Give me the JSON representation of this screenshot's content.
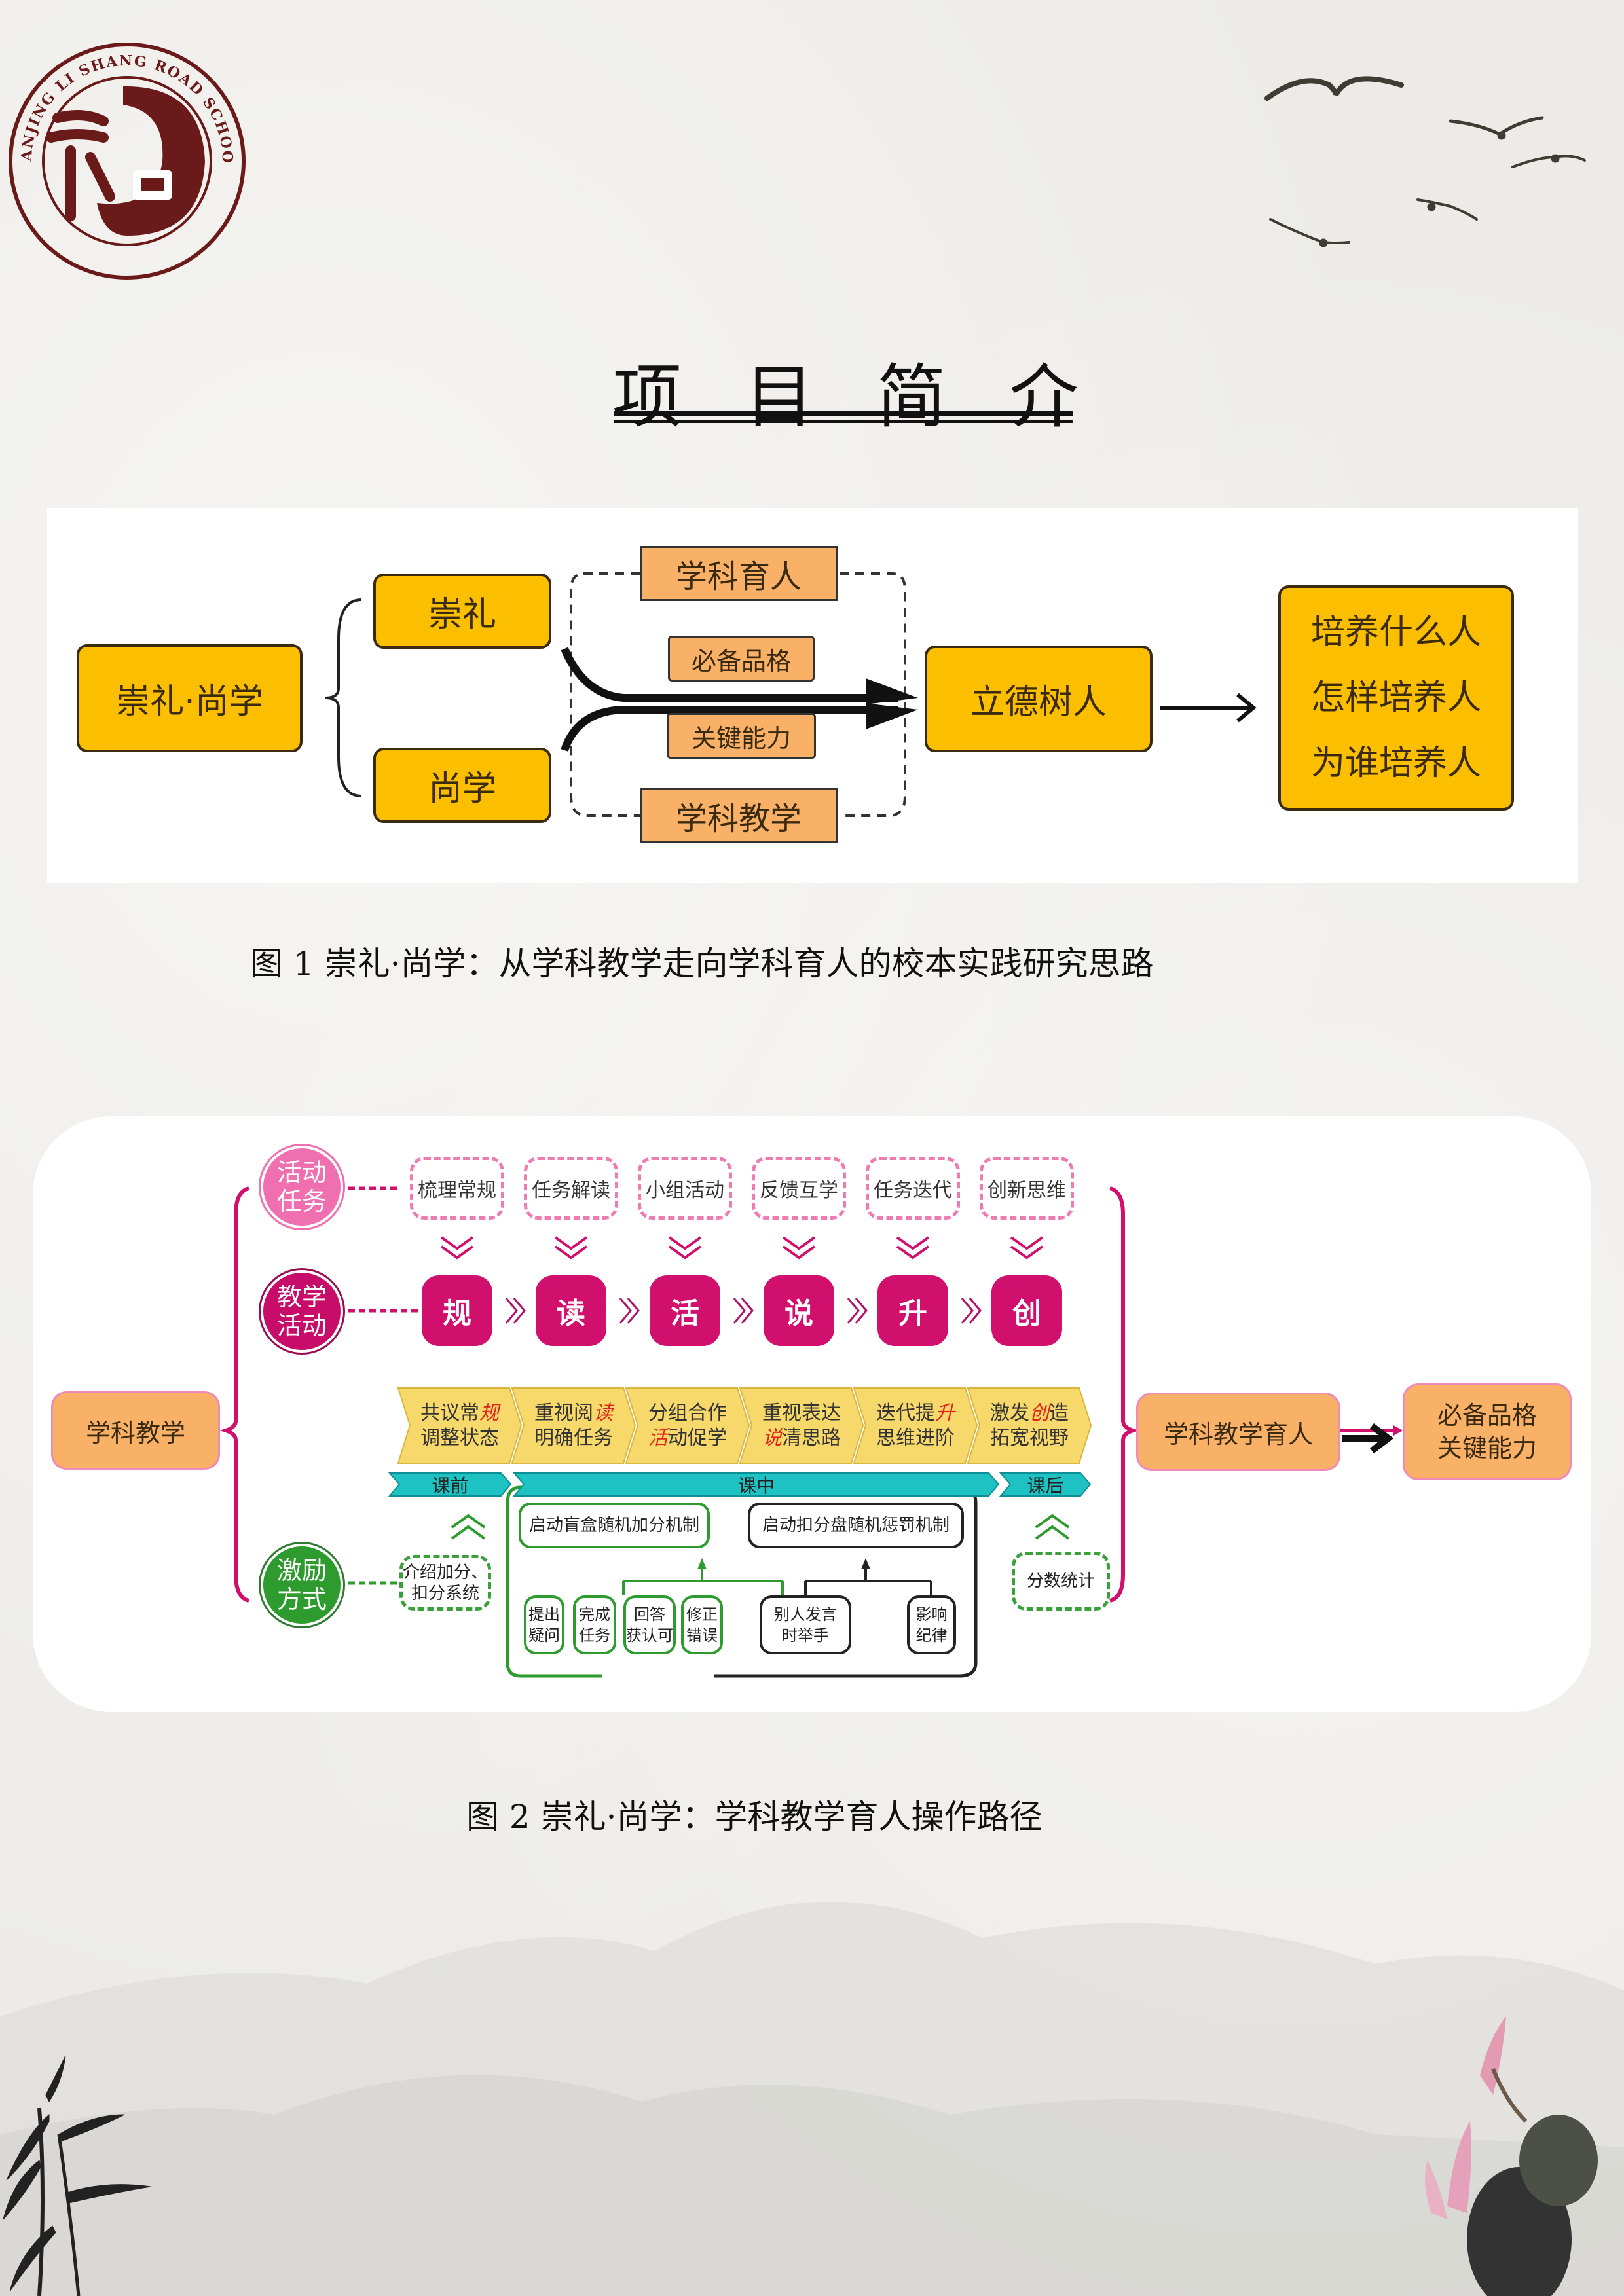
{
  "logo": {
    "ring_text": "NANJING LI SHANG ROAD SCHOOL",
    "glyph": "礼尚"
  },
  "page_title": "项目简介",
  "figure1": {
    "root": "崇礼·尚学",
    "branch_top": "崇礼",
    "branch_bottom": "尚学",
    "dashed_top": "学科育人",
    "dashed_bottom": "学科教学",
    "arrow_top_label": "必备品格",
    "arrow_bottom_label": "关键能力",
    "target": "立德树人",
    "questions": [
      "培养什么人",
      "怎样培养人",
      "为谁培养人"
    ],
    "caption": "图 1  崇礼·尚学：从学科教学走向学科育人的校本实践研究思路"
  },
  "figure2": {
    "root": "学科教学",
    "circle_activity_task": "活动\n任务",
    "circle_teaching_activity": "教学\n活动",
    "circle_incentive": "激励\n方式",
    "tasks": [
      "梳理常规",
      "任务解读",
      "小组活动",
      "反馈互学",
      "任务迭代",
      "创新思维"
    ],
    "steps": [
      "规",
      "读",
      "活",
      "说",
      "升",
      "创"
    ],
    "chevrons": [
      {
        "line1_pre": "共议常",
        "line1_red": "规",
        "line1_post": "",
        "line2_pre": "",
        "line2_red": "",
        "line2_post": "调整状态"
      },
      {
        "line1_pre": "重视阅",
        "line1_red": "读",
        "line1_post": "",
        "line2_pre": "",
        "line2_red": "",
        "line2_post": "明确任务"
      },
      {
        "line1_pre": "分组合作",
        "line1_red": "",
        "line1_post": "",
        "line2_pre": "",
        "line2_red": "活",
        "line2_post": "动促学"
      },
      {
        "line1_pre": "重视表达",
        "line1_red": "",
        "line1_post": "",
        "line2_pre": "",
        "line2_red": "说",
        "line2_post": "清思路"
      },
      {
        "line1_pre": "迭代提",
        "line1_red": "升",
        "line1_post": "",
        "line2_pre": "",
        "line2_red": "",
        "line2_post": "思维进阶"
      },
      {
        "line1_pre": "激发",
        "line1_red": "创",
        "line1_post": "造",
        "line2_pre": "",
        "line2_red": "",
        "line2_post": "拓宽视野"
      }
    ],
    "phases": [
      "课前",
      "课中",
      "课后"
    ],
    "before_class": "介绍加分、\n扣分系统",
    "bonus_mechanism": "启动盲盒随机加分机制",
    "bonus_items": [
      "提出\n疑问",
      "完成\n任务",
      "回答\n获认可",
      "修正\n错误"
    ],
    "penalty_mechanism": "启动扣分盘随机惩罚机制",
    "penalty_items": [
      "别人发言\n时举手",
      "影响\n纪律"
    ],
    "after_class": "分数统计",
    "outcome": "学科教学育人",
    "result": "必备品格\n关键能力",
    "caption": "图 2  崇礼·尚学：学科教学育人操作路径"
  },
  "colors": {
    "gold": "#fcbf00",
    "peach": "#f9b067",
    "magenta": "#d1106e",
    "pink": "#ec7cb2",
    "green": "#2e9b2e",
    "teal": "#1fc2c2",
    "logo_brown": "#6b1a1a"
  }
}
